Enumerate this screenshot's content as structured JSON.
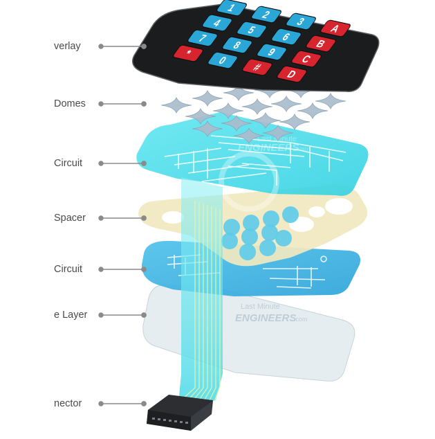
{
  "labels": {
    "overlay": "verlay",
    "domes": "Domes",
    "top_circuit": "Circuit",
    "spacer": "Spacer",
    "bottom_circuit": "Circuit",
    "rear_layer": "e Layer",
    "connector": "nector"
  },
  "keypad": {
    "rows": [
      [
        "1",
        "2",
        "3",
        "A"
      ],
      [
        "4",
        "5",
        "6",
        "B"
      ],
      [
        "7",
        "8",
        "9",
        "C"
      ],
      [
        "*",
        "0",
        "#",
        "D"
      ]
    ]
  },
  "watermark": {
    "line1": "Last Minute",
    "line2": "ENGINEERS",
    "suffix": ".com"
  },
  "colors": {
    "key_blue": "#2aa7d6",
    "key_red": "#d7252f",
    "overlay_black": "#1b1c1e",
    "circuit_cyan": "#3fd6e6",
    "circuit_blue": "#39aee0",
    "spacer_cream": "#f0e7bd",
    "dome_gray": "#a9bccc",
    "rear_layer": "#dbe5ea",
    "leader_line": "#8a8a8a"
  }
}
